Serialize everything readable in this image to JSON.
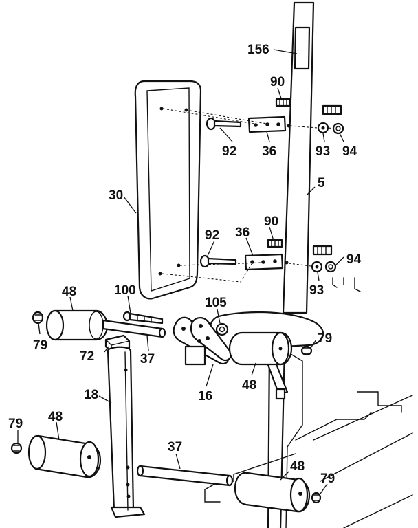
{
  "diagram": {
    "callouts": [
      {
        "key": "c156",
        "text": "156"
      },
      {
        "key": "c90a",
        "text": "90"
      },
      {
        "key": "c92a",
        "text": "92"
      },
      {
        "key": "c36a",
        "text": "36"
      },
      {
        "key": "c93a",
        "text": "93"
      },
      {
        "key": "c94a",
        "text": "94"
      },
      {
        "key": "c5",
        "text": "5"
      },
      {
        "key": "c30",
        "text": "30"
      },
      {
        "key": "c90b",
        "text": "90"
      },
      {
        "key": "c92b",
        "text": "92"
      },
      {
        "key": "c36b",
        "text": "36"
      },
      {
        "key": "c94b",
        "text": "94"
      },
      {
        "key": "c93b",
        "text": "93"
      },
      {
        "key": "c48a",
        "text": "48"
      },
      {
        "key": "c100",
        "text": "100"
      },
      {
        "key": "c105",
        "text": "105"
      },
      {
        "key": "c79a",
        "text": "79"
      },
      {
        "key": "c72",
        "text": "72"
      },
      {
        "key": "c37a",
        "text": "37"
      },
      {
        "key": "c79b",
        "text": "79"
      },
      {
        "key": "c16",
        "text": "16"
      },
      {
        "key": "c48b",
        "text": "48"
      },
      {
        "key": "c18",
        "text": "18"
      },
      {
        "key": "c79c",
        "text": "79"
      },
      {
        "key": "c48c",
        "text": "48"
      },
      {
        "key": "c37b",
        "text": "37"
      },
      {
        "key": "c48d",
        "text": "48"
      },
      {
        "key": "c79d",
        "text": "79"
      }
    ]
  }
}
